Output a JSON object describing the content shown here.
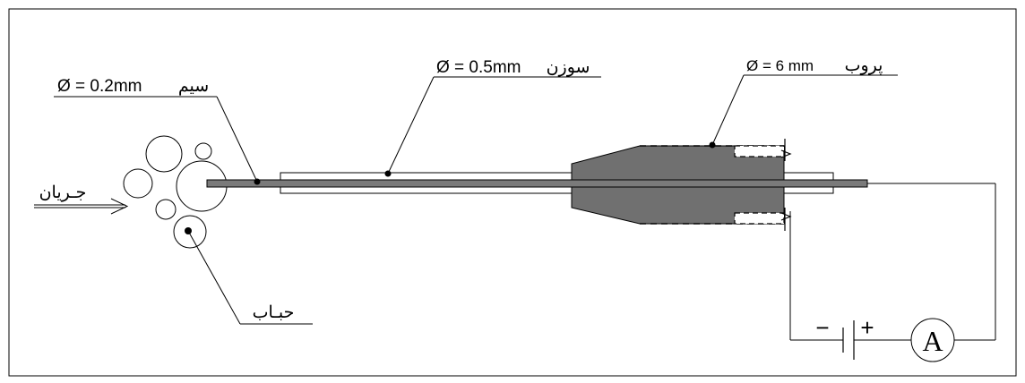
{
  "labels": {
    "wire_dim": "Ø = 0.2mm",
    "wire_name": "سیم",
    "needle_dim": "Ø = 0.5mm",
    "needle_name": "سوزن",
    "probe_dim": "Ø = 6 mm",
    "probe_name": "پروب",
    "flow": "جـریان",
    "bubble": "حبـاب",
    "ammeter": "A",
    "minus": "−",
    "plus": "+"
  }
}
